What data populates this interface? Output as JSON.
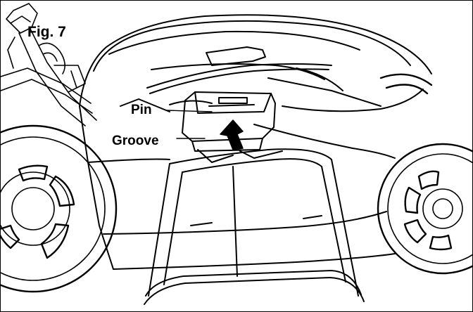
{
  "figure": {
    "label": "Fig. 7"
  },
  "callouts": {
    "pin": "Pin",
    "groove": "Groove"
  },
  "colors": {
    "line": "#000000",
    "background": "#ffffff"
  }
}
